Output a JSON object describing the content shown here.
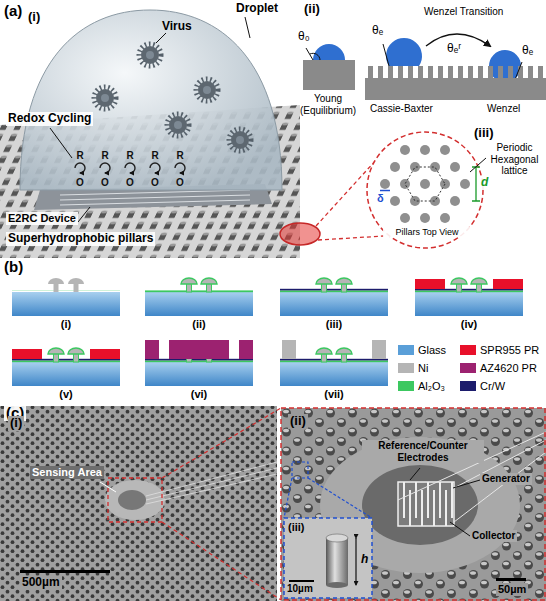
{
  "diagram": {
    "labels": [
      "(a)",
      "(i)",
      "Virus",
      "Droplet",
      "Redox Cycling",
      "R",
      "O",
      "R",
      "O",
      "R",
      "O",
      "R",
      "O",
      "R",
      "O",
      "E2RC Device",
      "Superhydrophobic pillars",
      "(ii)",
      "θ₀",
      "Young (Equilibrium)",
      "θₑ",
      "Wenzel Transition",
      "θₑʳ",
      "θₑ",
      "Cassie-Baxter",
      "Wenzel",
      "(iii)",
      "Periodic Hexagonal lattice",
      "Pillars Top View",
      "d",
      "δ",
      "(b)",
      "(i)",
      "(ii)",
      "(iii)",
      "(iv)",
      "(v)",
      "(vi)",
      "(vii)",
      "(c)",
      "(i)",
      "Sensing Area",
      "500µm",
      "(ii)",
      "Reference/Counter Electrodes",
      "Generator",
      "Collector",
      "(iii)",
      "10µm",
      "h",
      "50µm"
    ],
    "legend": [
      {
        "text": "Glass",
        "color": "#5a9fd8"
      },
      {
        "text": "Ni",
        "color": "#b5b5b5"
      },
      {
        "text": "SPR955 PR",
        "color": "#e8102a"
      },
      {
        "text": "AZ4620 PR",
        "color": "#9c2270"
      },
      {
        "text": "Al₂O₃",
        "color": "#3cc860"
      },
      {
        "text": "Cr/W",
        "color": "#1c1c6c"
      }
    ]
  }
}
